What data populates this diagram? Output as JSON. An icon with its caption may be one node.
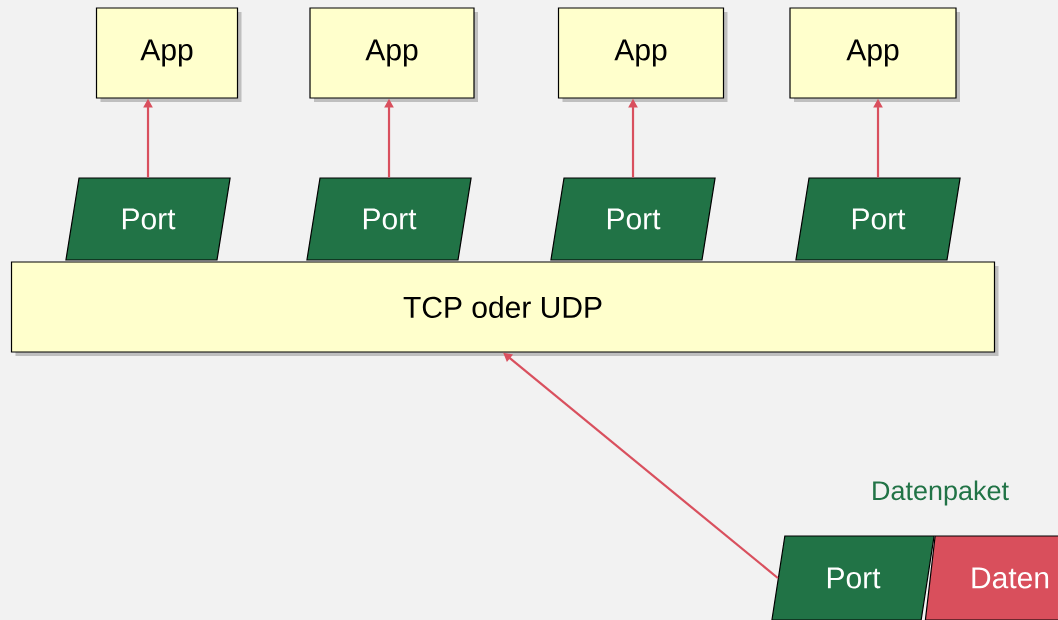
{
  "diagram": {
    "nodes": [
      {
        "text": [
          "App"
        ]
      },
      {
        "text": [
          "App"
        ]
      },
      {
        "text": [
          "App"
        ]
      },
      {
        "text": [
          "App"
        ]
      },
      {
        "text": [
          "Port"
        ]
      },
      {
        "text": [
          "Port"
        ]
      },
      {
        "text": [
          "Port"
        ]
      },
      {
        "text": [
          "Port"
        ]
      },
      {
        "text": [
          "TCP oder UDP"
        ]
      },
      {
        "text": [
          "Port"
        ]
      },
      {
        "text": [
          "Daten"
        ]
      }
    ],
    "edges": [
      {
        "from": 4,
        "to": 0,
        "arrow": "to"
      },
      {
        "from": 5,
        "to": 1,
        "arrow": "to"
      },
      {
        "from": 6,
        "to": 2,
        "arrow": "to"
      },
      {
        "from": 7,
        "to": 3,
        "arrow": "to"
      },
      {
        "from": 9,
        "to": 8,
        "arrow": "to"
      }
    ],
    "labels": [
      "Datenpaket"
    ]
  }
}
